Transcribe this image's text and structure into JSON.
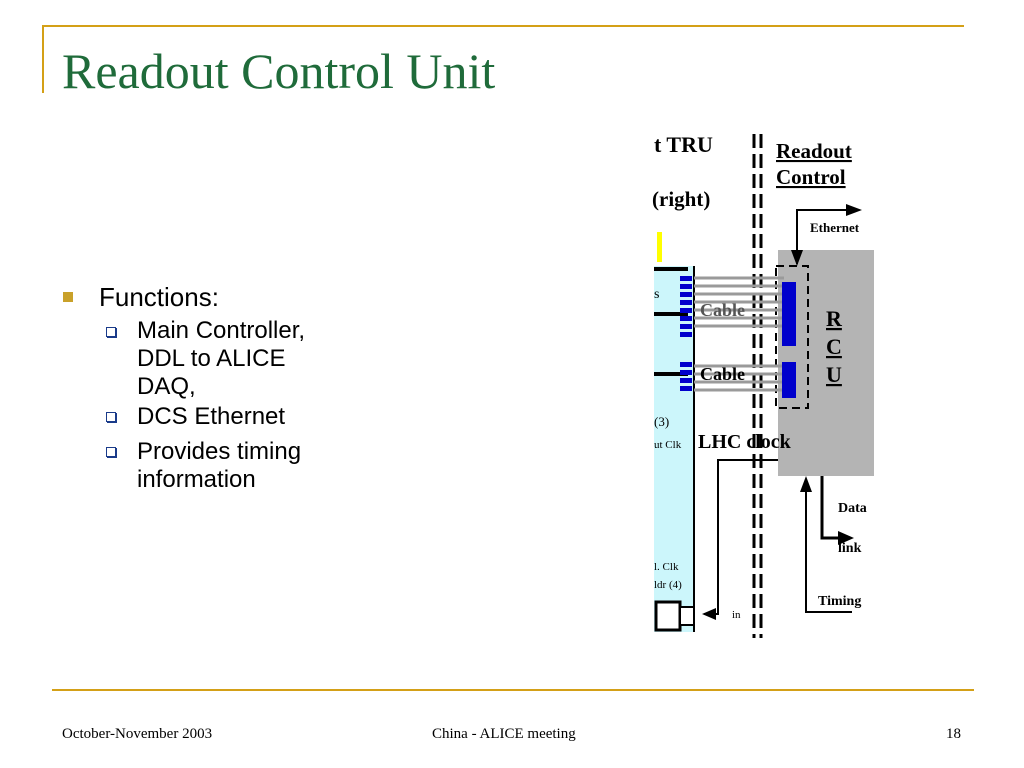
{
  "slide": {
    "title": "Readout Control Unit",
    "bullets": [
      {
        "text": "Functions:",
        "sub": [
          "Main Controller, DDL to ALICE DAQ,",
          "DCS Ethernet",
          "Provides timing information"
        ]
      }
    ]
  },
  "diagram": {
    "labels": {
      "tru_heading": "t TRU",
      "tru_side": "(right)",
      "readout_heading_line1": "Readout",
      "readout_heading_line2": "Control",
      "ethernet": "Ethernet",
      "cable_top": "Cable",
      "cable_bottom": "Cable",
      "rcu_r": "R",
      "rcu_c": "C",
      "rcu_u": "U",
      "lhc_clock": "LHC clock",
      "data": "Data",
      "link": "link",
      "timing": "Timing",
      "s_label": "s",
      "three": "(3)",
      "ut_clk": "ut Clk",
      "l_clk": "l. Clk",
      "ldr": "ldr (4)",
      "in": "in"
    }
  },
  "footer": {
    "date": "October-November 2003",
    "meeting": "China - ALICE meeting",
    "page": "18"
  },
  "colors": {
    "accent": "#d4a017",
    "title": "#1f6b3a",
    "rcu_box": "#b4b4b4",
    "connector": "#0000cc",
    "tru_panel": "#ccf6fb"
  }
}
